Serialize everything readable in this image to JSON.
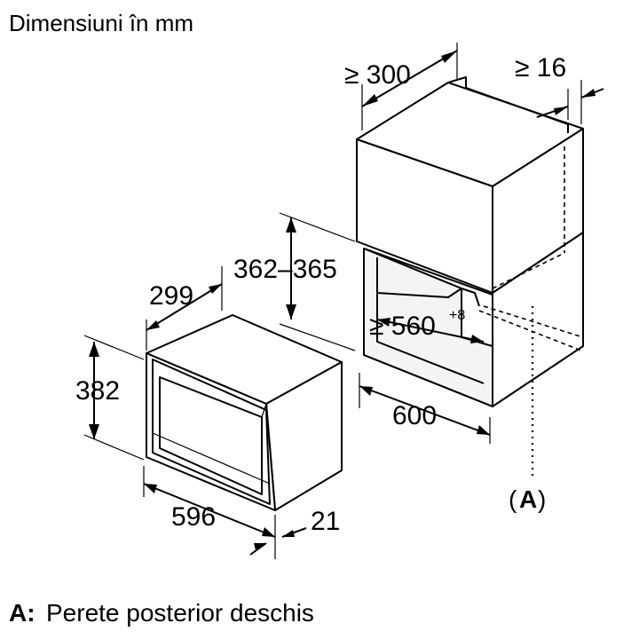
{
  "title": "Dimensiuni în mm",
  "legend": {
    "key": "A:",
    "text": "Perete posterior deschis"
  },
  "rear_marker": {
    "open": "(",
    "letter": "A",
    "close": ")"
  },
  "dimensions": {
    "cabinet_depth_min": "≥ 300",
    "cabinet_gap_min": "≥ 16",
    "niche_height": "362–365",
    "niche_width": "≥ 560",
    "niche_width_tolerance": "+8",
    "cabinet_width": "600",
    "appliance_depth": "299",
    "appliance_height": "382",
    "appliance_width": "596",
    "appliance_front": "21"
  }
}
